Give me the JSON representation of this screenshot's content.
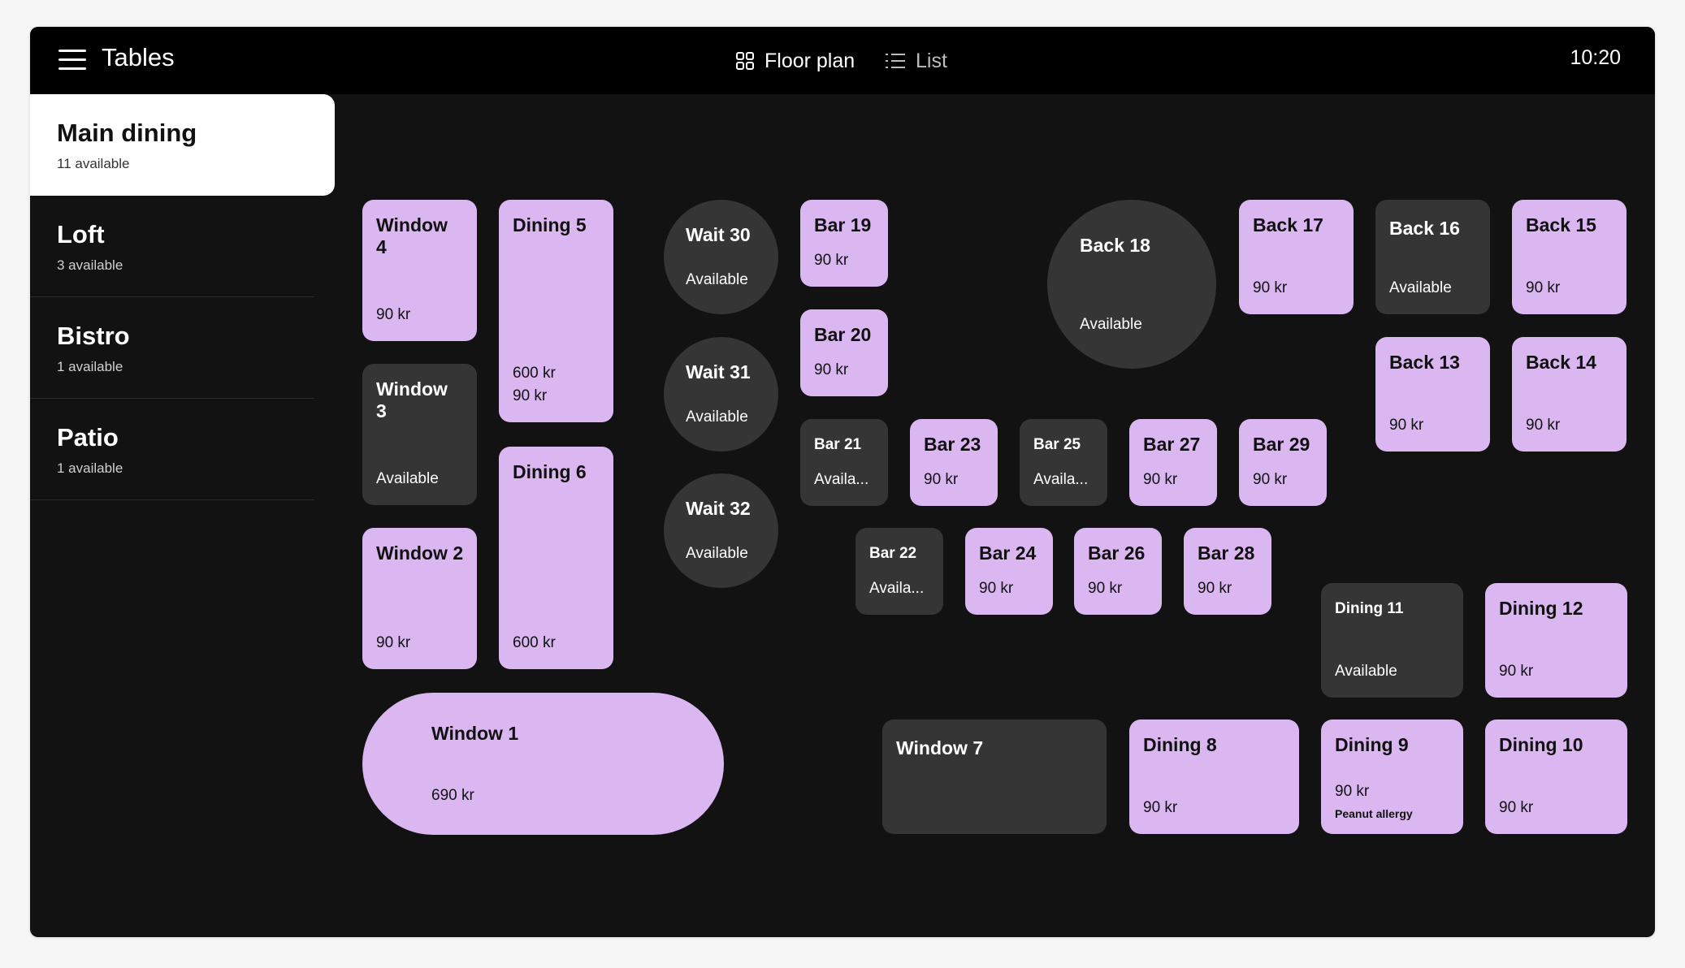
{
  "header": {
    "title": "Tables",
    "floor_plan_label": "Floor plan",
    "list_label": "List",
    "time": "10:20"
  },
  "zones": [
    {
      "name": "Main dining",
      "count": "11 available"
    },
    {
      "name": "Loft",
      "count": "3 available"
    },
    {
      "name": "Bistro",
      "count": "1 available"
    },
    {
      "name": "Patio",
      "count": "1 available"
    }
  ],
  "tables": {
    "window4": {
      "name": "Window 4",
      "status": "occupied",
      "amount": "90 kr"
    },
    "dining5": {
      "name": "Dining 5",
      "status": "occupied",
      "amount1": "600 kr",
      "amount2": "90 kr"
    },
    "wait30": {
      "name": "Wait 30",
      "status": "Available"
    },
    "bar19": {
      "name": "Bar 19",
      "status": "occupied",
      "amount": "90 kr"
    },
    "back18": {
      "name": "Back 18",
      "status": "Available"
    },
    "back17": {
      "name": "Back 17",
      "status": "occupied",
      "amount": "90 kr"
    },
    "back16": {
      "name": "Back 16",
      "status": "Available"
    },
    "back15": {
      "name": "Back 15",
      "status": "occupied",
      "amount": "90 kr"
    },
    "bar20": {
      "name": "Bar 20",
      "status": "occupied",
      "amount": "90 kr"
    },
    "wait31": {
      "name": "Wait 31",
      "status": "Available"
    },
    "window3": {
      "name": "Window 3",
      "status": "Available"
    },
    "back13": {
      "name": "Back 13",
      "status": "occupied",
      "amount": "90 kr"
    },
    "back14": {
      "name": "Back 14",
      "status": "occupied",
      "amount": "90 kr"
    },
    "bar21": {
      "name": "Bar 21",
      "status": "Availa..."
    },
    "bar23": {
      "name": "Bar 23",
      "status": "occupied",
      "amount": "90 kr"
    },
    "bar25": {
      "name": "Bar 25",
      "status": "Availa..."
    },
    "bar27": {
      "name": "Bar 27",
      "status": "occupied",
      "amount": "90 kr"
    },
    "bar29": {
      "name": "Bar 29",
      "status": "occupied",
      "amount": "90 kr"
    },
    "dining6": {
      "name": "Dining 6",
      "status": "occupied",
      "amount": "600 kr"
    },
    "wait32": {
      "name": "Wait 32",
      "status": "Available"
    },
    "window2": {
      "name": "Window 2",
      "status": "occupied",
      "amount": "90 kr"
    },
    "bar22": {
      "name": "Bar 22",
      "status": "Availa..."
    },
    "bar24": {
      "name": "Bar 24",
      "status": "occupied",
      "amount": "90 kr"
    },
    "bar26": {
      "name": "Bar 26",
      "status": "occupied",
      "amount": "90 kr"
    },
    "bar28": {
      "name": "Bar 28",
      "status": "occupied",
      "amount": "90 kr"
    },
    "dining11": {
      "name": "Dining 11",
      "status": "Available"
    },
    "dining12": {
      "name": "Dining 12",
      "status": "occupied",
      "amount": "90 kr"
    },
    "window1": {
      "name": "Window 1",
      "status": "occupied",
      "amount": "690 kr"
    },
    "window7": {
      "name": "Window 7",
      "status": "free"
    },
    "dining8": {
      "name": "Dining 8",
      "status": "occupied",
      "amount": "90 kr"
    },
    "dining9": {
      "name": "Dining 9",
      "status": "occupied",
      "amount": "90 kr",
      "note": "Peanut allergy"
    },
    "dining10": {
      "name": "Dining 10",
      "status": "occupied",
      "amount": "90 kr"
    }
  },
  "colors": {
    "occupied": "#dbb7f2",
    "available": "#353535",
    "background": "#121212",
    "header": "#000000"
  },
  "icons": [
    "menu-icon",
    "grid-icon",
    "list-icon"
  ]
}
